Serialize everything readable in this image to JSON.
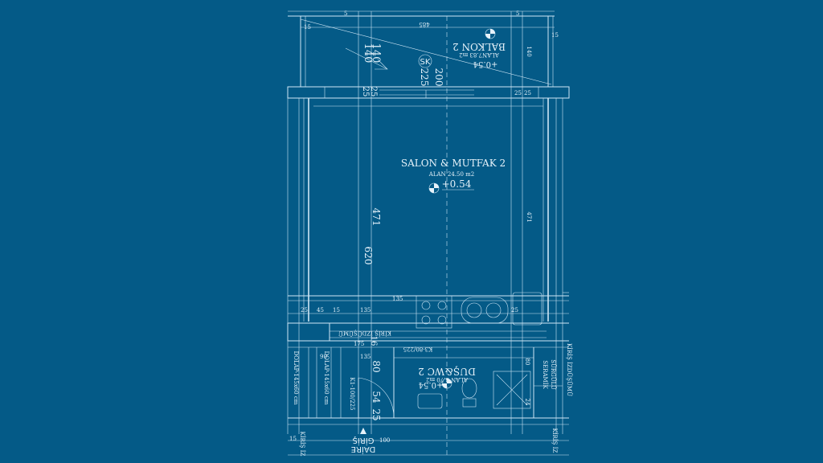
{
  "plan": {
    "room_salon": {
      "name": "SALON & MUTFAK 2",
      "area": "ALAN 24.50 m2",
      "level": "+0.54"
    },
    "room_balkon": {
      "name": "BALKON 2",
      "area": "ALAN7.83 m2",
      "level": "+0.54"
    },
    "room_dus": {
      "name": "DUŞ&WC 2",
      "area": "ALAN 3.70 m2",
      "level": "+0.54"
    },
    "entrance": {
      "line1": "DAİRE",
      "line2": "GİRİŞ"
    },
    "sk_label": "SK",
    "dims": {
      "d485": "485",
      "d15a": "15",
      "d15b": "15",
      "d5a": "5",
      "d5b": "5",
      "d140a": "140",
      "d140b": "140",
      "d140c": "140",
      "d200": "200",
      "d225": "225",
      "d25a": "25",
      "d25b": "25",
      "d25c": "25",
      "d25d": "25",
      "d471a": "471",
      "d471b": "471",
      "d620": "620",
      "d135a": "135",
      "d135b": "135",
      "d45": "45",
      "d15c": "15",
      "d25e": "25",
      "d25f": "25",
      "d175": "175",
      "d16": "16",
      "d80a": "80",
      "d80b": "80",
      "d54": "54",
      "d25g": "25",
      "d100": "100",
      "d15d": "15",
      "d24": "24",
      "d135c": "135",
      "d90": "90"
    },
    "notes": {
      "kiris_izdusumu": "KİRİŞ İZDÜŞÜMÜ",
      "kiris_iz_a": "KİRİŞ İZ",
      "kiris_iz_b": "KİRİŞ İZ",
      "kiris_izdusumu_b": "KİRİŞ İZDÜŞÜMÜ",
      "k1_door": "K1-100/225",
      "k3_door": "K3-80/225",
      "dolap_a": "DOLAP-145x60 cm",
      "dolap_b": "DOLAP-145x60 cm",
      "ceramic": "SERAMİK",
      "sliding": "SÜRGÜLÜ"
    }
  }
}
